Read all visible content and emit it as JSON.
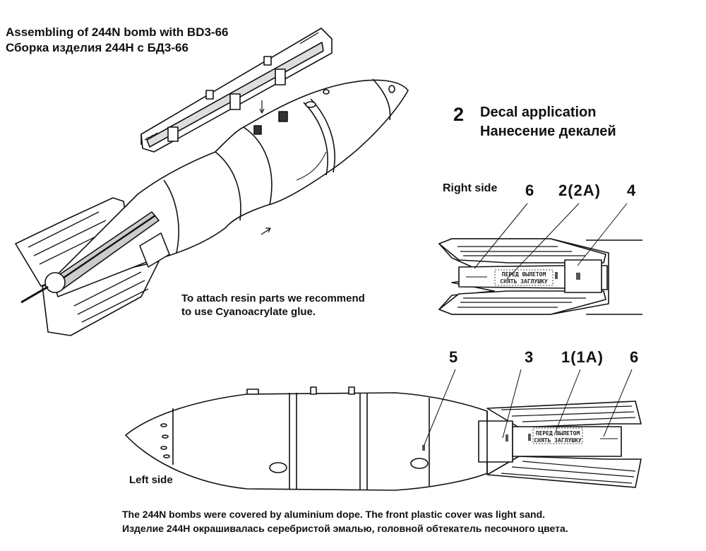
{
  "header": {
    "title_en": "Assembling of 244N bomb with BD3-66",
    "title_ru": "Сборка изделия 244Н с БД3-66"
  },
  "step": {
    "number": "2",
    "title_en": "Decal application",
    "title_ru": "Нанесение декалей"
  },
  "glue_note": {
    "line1": "To attach resin parts we recommend",
    "line2": "to use Cyanoacrylate glue."
  },
  "right_view": {
    "label": "Right side",
    "callouts": [
      "6",
      "2(2A)",
      "4"
    ],
    "stencil": [
      "ПЕРЕД ВЫЛЕТОМ",
      "СНЯТЬ ЗАГЛУШКУ"
    ]
  },
  "left_view": {
    "label": "Left side",
    "callouts": [
      "5",
      "3",
      "1(1A)",
      "6"
    ],
    "stencil": [
      "ПЕРЕД ВЫЛЕТОМ",
      "СНЯТЬ ЗАГЛУШКУ"
    ]
  },
  "footer": {
    "line_en": "The 244N bombs were covered by aluminium dope. The front plastic cover was light sand.",
    "line_ru": "Изделие 244Н окрашивалась серебристой эмалью, головной обтекатель песочного цвета."
  }
}
